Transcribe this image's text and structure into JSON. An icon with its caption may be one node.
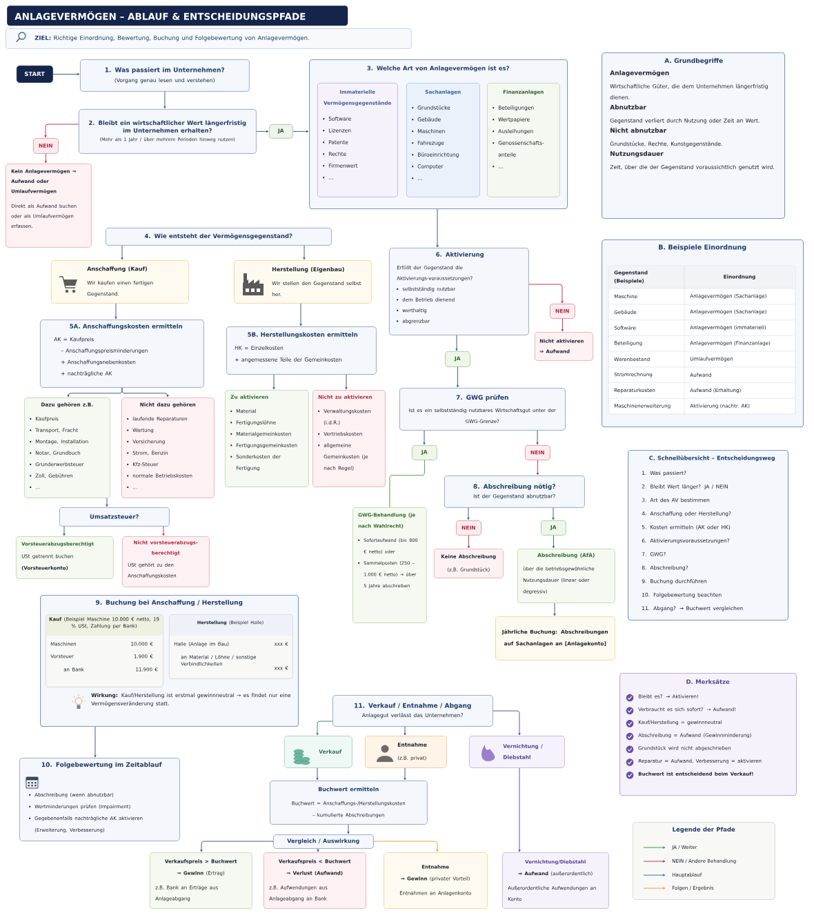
{
  "diagram": {
    "title": "ANLAGEVERMÖGEN – ABLAUF & ENTSCHEIDUNGSPFADE",
    "nodes": [
      {
        "text": [
          "**ZIEL:** Richtige Einordnung, Bewertung, Buchung und Folgebewertung von Anlagevermögen."
        ]
      },
      {
        "text": [
          "START"
        ]
      },
      {
        "text": [
          "1. Was passiert im Unternehmen?",
          "(Vorgang genau lesen und verstehen)"
        ]
      },
      {
        "text": [
          "2. Bleibt ein wirtschaftlicher Wert längerfristig im Unternehmen erhalten?",
          "(Mehr als 1 Jahr / über mehrere Perioden hinweg nutzen)"
        ]
      },
      {
        "text": [
          "NEIN"
        ]
      },
      {
        "text": [
          "Kein Anlagevermögen ⇒ Aufwand oder Umlaufvermögen",
          "Direkt als Aufwand buchen oder als Umlaufvermögen erfassen."
        ]
      },
      {
        "text": [
          "JA"
        ]
      },
      {
        "text": [
          "3. Welche Art von Anlagevermögen ist es?"
        ]
      },
      {
        "text": [
          "Immaterielle Vermögensgegenstände",
          "Software",
          "Lizenzen",
          "Patente",
          "Rechte",
          "Firmenwert",
          "…"
        ],
        "in": 7
      },
      {
        "text": [
          "Sachanlagen",
          "Grundstücke",
          "Gebäude",
          "Maschinen",
          "Fahrezuge",
          "Büroeinrichtung",
          "Computer",
          "…"
        ],
        "in": 7
      },
      {
        "text": [
          "Finanzanlagen",
          "Beteiligungen",
          "Wertpapiere",
          "Ausleihungen",
          "Genossenschafts-anteile",
          "…"
        ],
        "in": 7
      },
      {
        "text": [
          "A. Grundbegriffe",
          "Anlagevermögen",
          "Wirtschaftliche Güter, die dem Unternehmen längerfristig dienen.",
          "Abnutzbar",
          "Gegenstand verliert durch Nutzung oder Zeit an Wert.",
          "Nicht abnutzbar",
          "Grundstücke, Rechte, Kunstgegenstände.",
          "Nutzungsdauer",
          "Zeit, über die der Gegenstand voraussichtlich genutzt wird."
        ]
      },
      {
        "text": [
          "4. Wie entsteht der Vermögensgegenstand?"
        ]
      },
      {
        "text": [
          "Anschaffung (Kauf)",
          "Wir kaufen einen fertigen Gegenstand."
        ]
      },
      {
        "text": [
          "Herstellung (Eigenbau)",
          "Wir stellen den Gegenstand selbst her."
        ]
      },
      {
        "text": [
          "6. Aktivierung",
          "Erfüllt der Gegenstand die Aktivierungs-voraussetzungen?",
          "selbstständig nutzbar",
          "dem Betrieb dienend",
          "werthaltig",
          "abgrenzbar"
        ]
      },
      {
        "text": [
          "NEIN"
        ]
      },
      {
        "text": [
          "Nicht aktivieren ⇒ Aufwand"
        ]
      },
      {
        "text": [
          "B. Beispiele Einordnung"
        ]
      },
      {
        "text": [
          "5A. Anschaffungskosten ermitteln",
          "AK = Kaufpreis",
          "– Anschaffungspreisminderungen",
          "+ Anschaffungsnebenkosten",
          "+ nachträgliche AK"
        ]
      },
      {
        "text": [
          "5B. Herstellungskosten ermitteln",
          "HK = Einzelkosten",
          "+ angemessene Teile der Gemeinkosten"
        ]
      },
      {
        "text": [
          "JA"
        ]
      },
      {
        "text": [
          "Dazu gehören z.B.",
          "Kaufpreis",
          "Transport, Fracht",
          "Montage, Installation",
          "Notar, Grundbuch",
          "Grunderwerbsteuer",
          "Zoll, Gebühren",
          "…"
        ]
      },
      {
        "text": [
          "Nicht dazu gehören",
          "laufende Reparaturen",
          "Wartung",
          "Versicherung",
          "Strom, Benzin",
          "Kfz-Steuer",
          "normale Betriebskosten",
          "…"
        ]
      },
      {
        "text": [
          "Zu aktivieren",
          "Material",
          "Fertigungslöhne",
          "Materialgemeinkosten",
          "Fertigungsgemeinkosten",
          "Sonderkosten der Fertigung"
        ]
      },
      {
        "text": [
          "Nicht zu aktivieren",
          "Verwaltungskosten (i.d.R.)",
          "Vertriebskosten",
          "allgemeine Gemeinkosten (je nach Regel)"
        ]
      },
      {
        "text": [
          "7. GWG prüfen",
          "Ist es ein selbstständig nutzbares Wirtschaftsgut unter der GWG-Grenze?"
        ]
      },
      {
        "text": [
          "C. Schnellübersicht – Entscheidungsweg",
          "1. Was passiert?",
          "2. Bleibt Wert länger? JA / NEIN",
          "3. Art des AV bestimmen",
          "4. Anschaffung oder Herstellung?",
          "5. Kosten ermitteln (AK oder HK)",
          "6. Aktivierungsvoraussetzungen?",
          "7. GWG?",
          "8. Abschreibung?",
          "9. Buchung durchführen",
          "10. Folgebewertung beachten",
          "11. Abgang? → Buchwert vergleichen"
        ]
      },
      {
        "text": [
          "JA"
        ]
      },
      {
        "text": [
          "NEIN"
        ]
      },
      {
        "text": [
          "8. Abschreibung nötig?",
          "Ist der Gegenstand abnutzbar?"
        ]
      },
      {
        "text": [
          "Umsatzsteuer?"
        ]
      },
      {
        "text": [
          "GWG-Behandlung (je nach Wahlrecht)",
          "Sofortaufwand (bis 800 € netto) oder",
          "Sammelposten (250 – 1.000 € netto) → über 5 Jahre abschreiben"
        ]
      },
      {
        "text": [
          "NEIN"
        ]
      },
      {
        "text": [
          "JA"
        ]
      },
      {
        "text": [
          "Vorsteuerabzugsberechtigt",
          "USt getrennt buchen **(Vorsteuerkonto)**"
        ]
      },
      {
        "text": [
          "Nicht vorsteuerabzugs-berechtigt",
          "USt gehört zu den Anschaffungskosten"
        ]
      },
      {
        "text": [
          "Keine Abschreibung",
          "(z.B. Grundstück)"
        ]
      },
      {
        "text": [
          "Abschreibung (AfA)",
          "über die betriebsgewöhnliche Nutzungsdauer (linear oder degressiv)"
        ]
      },
      {
        "text": [
          "9. Buchung bei Anschaffung / Herstellung"
        ]
      },
      {
        "text": [
          "**Kauf** (Beispiel Maschine 10.000 € netto, 19 % USt, Zahlung per Bank)",
          "Maschinen",
          "10.000 €",
          "Vorsteuer",
          "1.900 €",
          "an Bank",
          "11.900 €"
        ],
        "in": 39
      },
      {
        "text": [
          "**Herstellung** (Beispiel Halle)",
          "Halle (Anlage im Bau)",
          "xxx €",
          "an Material / Löhne / sonstige Verbindlichkeiten",
          "xxx €"
        ],
        "in": 39
      },
      {
        "text": [
          "Jährliche Buchung: Abschreibungen auf Sachanlagen an [Anlagekonto]"
        ]
      },
      {
        "text": [
          "D. Merksätze",
          "Bleibt es? → Aktivieren!",
          "Verbraucht es sich sofort? → Aufwand!",
          "Kauf/Herstellung = gewinnneutral",
          "Abschreibung = Aufwand (Gewinnminderung)",
          "Grundstück wird nicht abgeschrieben",
          "Reparatur = Aufwand, Verbesserung = aktivieren",
          "Buchwert ist entscheidend beim Verkauf!"
        ]
      },
      {
        "text": [
          "11. Verkauf / Entnahme / Abgang",
          "Anlagegut verlässt das Unternehmen?"
        ]
      },
      {
        "text": [
          "10. Folgebewertung im Zeitablauf",
          "Abschreibung (wenn abnutzbar)",
          "Wertminderungen prüfen (Impairment)",
          "Gegebenenfalls nachträgliche AK aktivieren (Erweiterung, Verbesserung)"
        ]
      },
      {
        "text": [
          "Verkauf"
        ]
      },
      {
        "text": [
          "Entnahme",
          "(z.B. privat)"
        ]
      },
      {
        "text": [
          "Vernichtung / Diebstahl"
        ]
      },
      {
        "text": [
          "Buchwert ermitteln",
          "Buchwert = Anschaffungs-/Herstellungskosten",
          "– kumulierte Abschreibungen"
        ]
      },
      {
        "text": [
          "Vergleich / Auswirkung"
        ]
      },
      {
        "text": [
          "Legende der Pfade"
        ]
      },
      {
        "text": [
          "Verkaufspreis > Buchwert",
          "**⇒ Gewinn** (Ertrag)",
          "z.B. Bank an Erträge aus Anlageabgang"
        ]
      },
      {
        "text": [
          "Verkaufspreis < Buchwert",
          "⇒ Verlust (Aufwand)",
          "z.B. Aufwendungen aus Anlageabgang an Bank"
        ]
      },
      {
        "text": [
          "Entnahme",
          "**⇒ Gewinn** (privater Vorteil)",
          "Entnahmen an Anlagenkonto"
        ]
      },
      {
        "text": [
          "Vernichtung/Diebstahl",
          "**⇒ Aufwand** (außerordentlich)",
          "Außerordentliche Aufwendungen an Konto"
        ]
      }
    ],
    "edges": [
      {
        "from": 1,
        "to": 2,
        "arrow": "to"
      },
      {
        "from": 2,
        "to": 3,
        "arrow": "to"
      },
      {
        "from": 3,
        "to": 4,
        "arrow": "to",
        "color": "#c0394b"
      },
      {
        "from": 4,
        "to": 5,
        "arrow": "to",
        "color": "#c0394b"
      },
      {
        "from": 3,
        "to": 6,
        "arrow": "to"
      },
      {
        "from": 6,
        "to": 7,
        "arrow": "to"
      },
      {
        "from": 7,
        "to": 15,
        "arrow": "to"
      },
      {
        "from": 12,
        "to": 13,
        "arrow": "to"
      },
      {
        "from": 12,
        "to": 14,
        "arrow": "to"
      },
      {
        "from": 13,
        "to": 19,
        "arrow": "to"
      },
      {
        "from": 14,
        "to": 20,
        "arrow": "to"
      },
      {
        "from": 15,
        "to": 16,
        "arrow": "to",
        "color": "#c0394b"
      },
      {
        "from": 16,
        "to": 17,
        "arrow": "to",
        "color": "#c0394b"
      },
      {
        "from": 15,
        "to": 21,
        "arrow": "to"
      },
      {
        "from": 21,
        "to": 26,
        "arrow": "to"
      },
      {
        "from": 19,
        "to": 22,
        "arrow": "to"
      },
      {
        "from": 19,
        "to": 23,
        "arrow": "to"
      },
      {
        "from": 20,
        "to": 24,
        "arrow": "to"
      },
      {
        "from": 20,
        "to": 25,
        "arrow": "to"
      },
      {
        "from": 26,
        "to": 28,
        "arrow": "to"
      },
      {
        "from": 26,
        "to": 29,
        "arrow": "to"
      },
      {
        "from": 28,
        "to": 32,
        "arrow": "none",
        "color": "#5a9a4a"
      },
      {
        "from": 29,
        "to": 30,
        "arrow": "to",
        "color": "#c0394b"
      },
      {
        "from": 22,
        "to": 31,
        "arrow": "to"
      },
      {
        "from": 31,
        "to": 35,
        "arrow": "to"
      },
      {
        "from": 31,
        "to": 36,
        "arrow": "to",
        "color": "#c0394b"
      },
      {
        "from": 30,
        "to": 33,
        "arrow": "to"
      },
      {
        "from": 30,
        "to": 34,
        "arrow": "to"
      },
      {
        "from": 33,
        "to": 37,
        "arrow": "to",
        "color": "#c0394b"
      },
      {
        "from": 34,
        "to": 38,
        "arrow": "to"
      },
      {
        "from": 38,
        "to": 42,
        "arrow": "to"
      },
      {
        "from": 39,
        "to": 45,
        "arrow": "to"
      },
      {
        "from": 44,
        "to": 46,
        "arrow": "to",
        "color": "#3f8a78"
      },
      {
        "from": 44,
        "to": 47,
        "arrow": "to"
      },
      {
        "from": 44,
        "to": 48,
        "arrow": "to",
        "color": "#6a4fa3"
      },
      {
        "from": 46,
        "to": 49,
        "arrow": "to"
      },
      {
        "from": 47,
        "to": 49,
        "arrow": "to"
      },
      {
        "from": 49,
        "to": 50,
        "arrow": "to"
      },
      {
        "from": 50,
        "to": 52,
        "arrow": "to"
      },
      {
        "from": 50,
        "to": 53,
        "arrow": "to"
      },
      {
        "from": 50,
        "to": 54,
        "arrow": "to",
        "color": "#e8a33a"
      },
      {
        "from": 48,
        "to": 55,
        "arrow": "to",
        "color": "#6a4fa3"
      }
    ],
    "labels": [
      "Gegenstand (Beispiele)",
      "Einordnung",
      "Maschine",
      "Anlagevermögen (Sachanlage)",
      "Gebäude",
      "Anlagevermögen (Sachanlage)",
      "Software",
      "Anlagevermögen (immateriell)",
      "Beteiligung",
      "Anlagevermögen (Finanzanlage)",
      "Warenbestand",
      "Umlaufvermögen",
      "Stromrechnung",
      "Aufwand",
      "Reparaturkosten",
      "Aufwand (Erhaltung)",
      "Maschinenerweiterung",
      "Aktivierung (nachtr. AK)",
      "**Wirkung:** Kauf/Herstellung ist erstmal gewinnneutral → es findet nur eine Vermögensveränderung statt."
    ],
    "legend": [
      {
        "text": "JA / Weiter"
      },
      {
        "text": "NEIN / Andere Behandlung"
      },
      {
        "text": "Hauptablauf"
      },
      {
        "text": "Folgen / Ergebnis"
      }
    ]
  }
}
